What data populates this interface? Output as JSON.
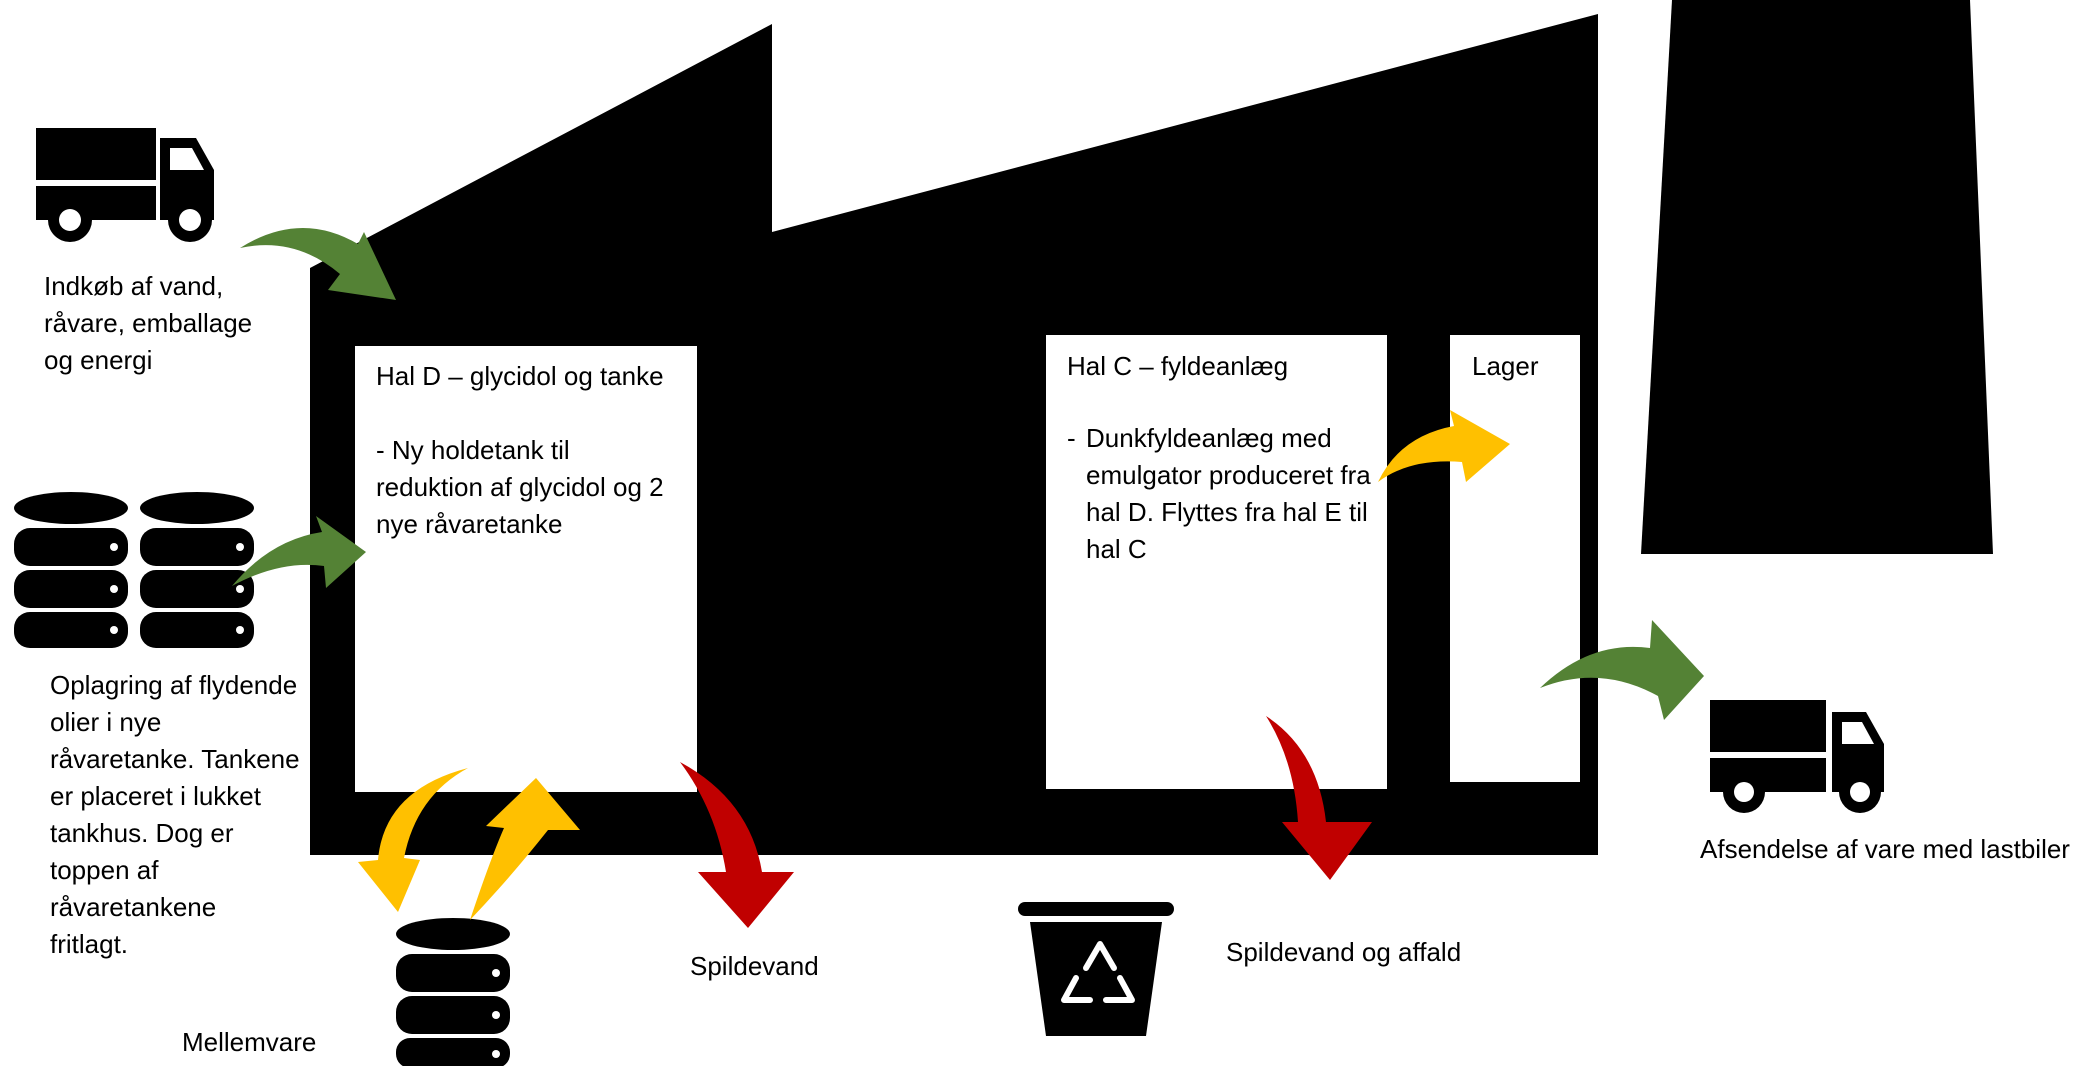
{
  "colors": {
    "factory": "#000000",
    "inflow_arrow": "#548235",
    "internal_arrow": "#ffc000",
    "waste_arrow": "#c00000",
    "panel": "#ffffff"
  },
  "icons": [
    "truck-icon",
    "storage-tanks-icon",
    "database-tank-icon",
    "recycle-bin-icon"
  ],
  "labels": {
    "purchase": "Indkøb af vand, råvare, emballage og energi",
    "storage": "Oplagring af flydende olier i nye råvaretanke. Tankene er placeret i lukket tankhus. Dog er toppen af råvaretankene fritlagt.",
    "intermediate": "Mellemvare",
    "wastewater": "Spildevand",
    "wastewater_waste": "Spildevand og affald",
    "shipping": "Afsendelse af vare med lastbiler"
  },
  "halls": {
    "hal_d": {
      "title": "Hal D – glycidol og tanke",
      "bullet": "- Ny holdetank til reduktion af glycidol og 2 nye råvaretanke"
    },
    "hal_c": {
      "title": "Hal C – fyldeanlæg",
      "bullet_marker": "-",
      "bullet": "Dunkfyldeanlæg med emulgator produceret fra hal D. Flyttes fra hal E til hal C"
    },
    "lager": {
      "title": "Lager"
    }
  }
}
